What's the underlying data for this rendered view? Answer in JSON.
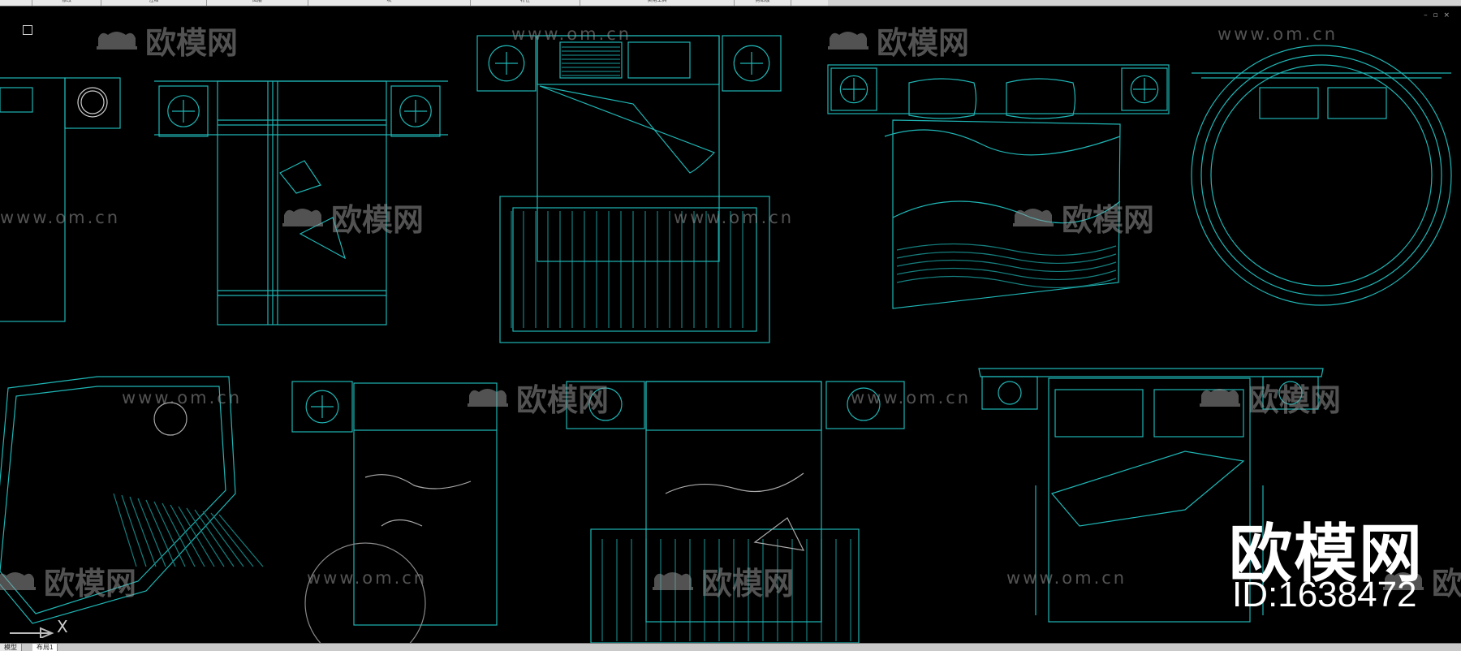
{
  "ribbon": {
    "tabs": [
      "修改",
      "注释",
      "图层",
      "块",
      "特性",
      "实用工具",
      "剪贴板"
    ]
  },
  "canvas": {
    "background": "#000000",
    "line_color": "#1fb5b5",
    "accent_color": "#35d6d6"
  },
  "watermark": {
    "url": "www.om.cn",
    "brand": "欧模网",
    "id_text": "ID:1638472"
  },
  "ucs": {
    "axis_label": "X"
  },
  "layout_tabs": [
    "模型",
    "布局1"
  ],
  "window_controls": "– ▫ ×"
}
